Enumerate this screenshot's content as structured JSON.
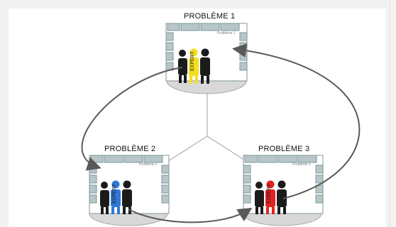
{
  "colors": {
    "wall": "#b7c6c8",
    "wall_stroke": "#7f9597",
    "floor": "#d8d8d8",
    "arrow": "#595959",
    "person": "#1b1b1b",
    "expert_1": "#f2df1f",
    "expert_2": "#2f78d6",
    "expert_3": "#e22222"
  },
  "diagram": {
    "problem_1": {
      "title": "PROBLÈME 1",
      "small_label": "Problème 1",
      "expert_label": "EXPERT"
    },
    "problem_2": {
      "title": "PROBLÈME 2",
      "small_label": "Problème 2",
      "expert_label": "EXPERT"
    },
    "problem_3": {
      "title": "PROBLÈME 3",
      "small_label": "Problème 3",
      "expert_label": "EXPERT"
    }
  },
  "icons": {
    "walls": "brick-wall-icon",
    "people": "person-icon",
    "arrows": "curved-arrow-icon"
  }
}
